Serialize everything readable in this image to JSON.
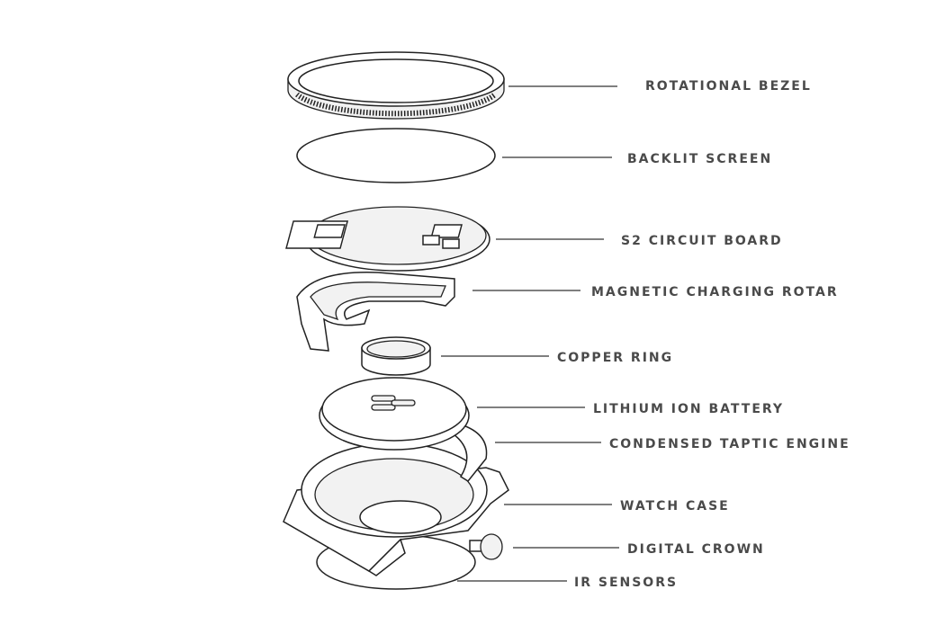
{
  "title": "Exploded view of smartwatch components",
  "labels": [
    {
      "id": "rotational-bezel",
      "text": "ROTATIONAL BEZEL"
    },
    {
      "id": "backlit-screen",
      "text": "BACKLIT SCREEN"
    },
    {
      "id": "s2-circuit-board",
      "text": "S2 CIRCUIT BOARD"
    },
    {
      "id": "magnetic-charging-rotar",
      "text": "MAGNETIC CHARGING ROTAR"
    },
    {
      "id": "copper-ring",
      "text": "COPPER RING"
    },
    {
      "id": "lithium-ion-battery",
      "text": "LITHIUM ION BATTERY"
    },
    {
      "id": "condensed-taptic-engine",
      "text": "CONDENSED TAPTIC ENGINE"
    },
    {
      "id": "watch-case",
      "text": "WATCH CASE"
    },
    {
      "id": "digital-crown",
      "text": "DIGITAL CROWN"
    },
    {
      "id": "ir-sensors",
      "text": "IR SENSORS"
    }
  ],
  "colors": {
    "label": "#4a4a4a",
    "line": "#333333"
  }
}
